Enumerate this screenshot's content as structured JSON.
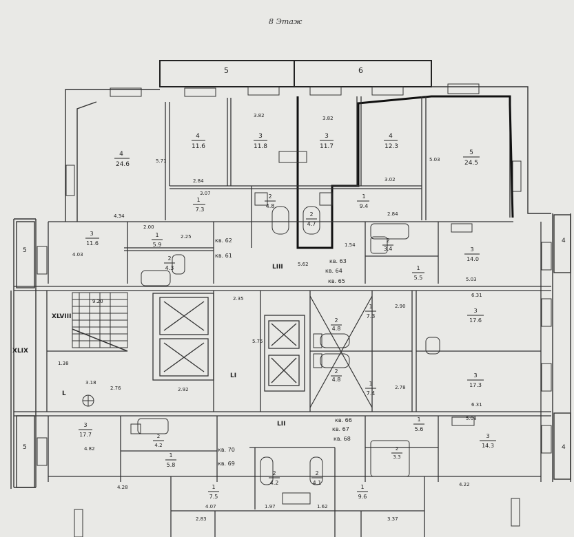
{
  "page": {
    "title": "8 Этаж"
  },
  "balconies": [
    "5",
    "6"
  ],
  "rooms": [
    {
      "id": "r-top-1",
      "num": "4",
      "area": "24.6"
    },
    {
      "id": "r-top-2",
      "num": "4",
      "area": "11.6"
    },
    {
      "id": "r-top-3",
      "num": "3",
      "area": "11.8"
    },
    {
      "id": "r-top-4",
      "num": "3",
      "area": "11.7"
    },
    {
      "id": "r-top-5",
      "num": "4",
      "area": "12.3"
    },
    {
      "id": "r-top-6",
      "num": "5",
      "area": "24.5"
    },
    {
      "id": "r-mid-1",
      "num": "1",
      "area": "7.3"
    },
    {
      "id": "r-mid-2",
      "num": "2",
      "area": "4.8"
    },
    {
      "id": "r-mid-3",
      "num": "2",
      "area": "4.7"
    },
    {
      "id": "r-mid-4",
      "num": "1",
      "area": "9.4"
    },
    {
      "id": "r-left-1",
      "num": "3",
      "area": "11.6"
    },
    {
      "id": "r-left-2",
      "num": "1",
      "area": "5.9"
    },
    {
      "id": "r-left-3",
      "num": "2",
      "area": "4.3"
    },
    {
      "id": "r-right-1",
      "num": "2",
      "area": "3.4"
    },
    {
      "id": "r-right-2",
      "num": "1",
      "area": "5.5"
    },
    {
      "id": "r-right-3",
      "num": "3",
      "area": "14.0"
    },
    {
      "id": "r-east-1",
      "num": "3",
      "area": "17.6"
    },
    {
      "id": "r-east-2",
      "num": "3",
      "area": "17.3"
    },
    {
      "id": "r-wc-1",
      "num": "1",
      "area": "7.3"
    },
    {
      "id": "r-wc-2",
      "num": "2",
      "area": "4.8"
    },
    {
      "id": "r-wc-3",
      "num": "2",
      "area": "4.8"
    },
    {
      "id": "r-wc-4",
      "num": "1",
      "area": "7.4"
    },
    {
      "id": "r-bl-1",
      "num": "3",
      "area": "17.7"
    },
    {
      "id": "r-bl-2",
      "num": "2",
      "area": "4.2"
    },
    {
      "id": "r-bl-3",
      "num": "1",
      "area": "5.8"
    },
    {
      "id": "r-bm-1",
      "num": "1",
      "area": "7.5"
    },
    {
      "id": "r-bm-2",
      "num": "2",
      "area": "4.2"
    },
    {
      "id": "r-bm-3",
      "num": "2",
      "area": "4.1"
    },
    {
      "id": "r-bm-4",
      "num": "1",
      "area": "9.6"
    },
    {
      "id": "r-br-1",
      "num": "1",
      "area": "5.6"
    },
    {
      "id": "r-br-2",
      "num": "2",
      "area": "3.3"
    },
    {
      "id": "r-br-3",
      "num": "3",
      "area": "14.3"
    }
  ],
  "apartments": [
    "кв. 62",
    "кв. 61",
    "кв. 63",
    "кв. 64",
    "кв. 65",
    "кв. 66",
    "кв. 67",
    "кв. 68",
    "кв. 70",
    "кв. 69"
  ],
  "sections": [
    "LIII",
    "LI",
    "LII",
    "XLVIII",
    "XLIX",
    "L"
  ],
  "dimensions": [
    "3.82",
    "3.82",
    "2.84",
    "3.07",
    "3.02",
    "4.34",
    "2.25",
    "2.00",
    "4.03",
    "5.62",
    "2.35",
    "9.20",
    "2.92",
    "3.18",
    "2.76",
    "1.38",
    "6.31",
    "6.31",
    "5.03",
    "5.08",
    "4.28",
    "4.22",
    "2.83",
    "4.07",
    "1.97",
    "1.62",
    "3.37",
    "4.82",
    "5.03",
    "5.71",
    "2.90",
    "2.78",
    "5.75",
    "2.84",
    "1.54"
  ],
  "side_labels": [
    "5",
    "5",
    "4",
    "4"
  ]
}
